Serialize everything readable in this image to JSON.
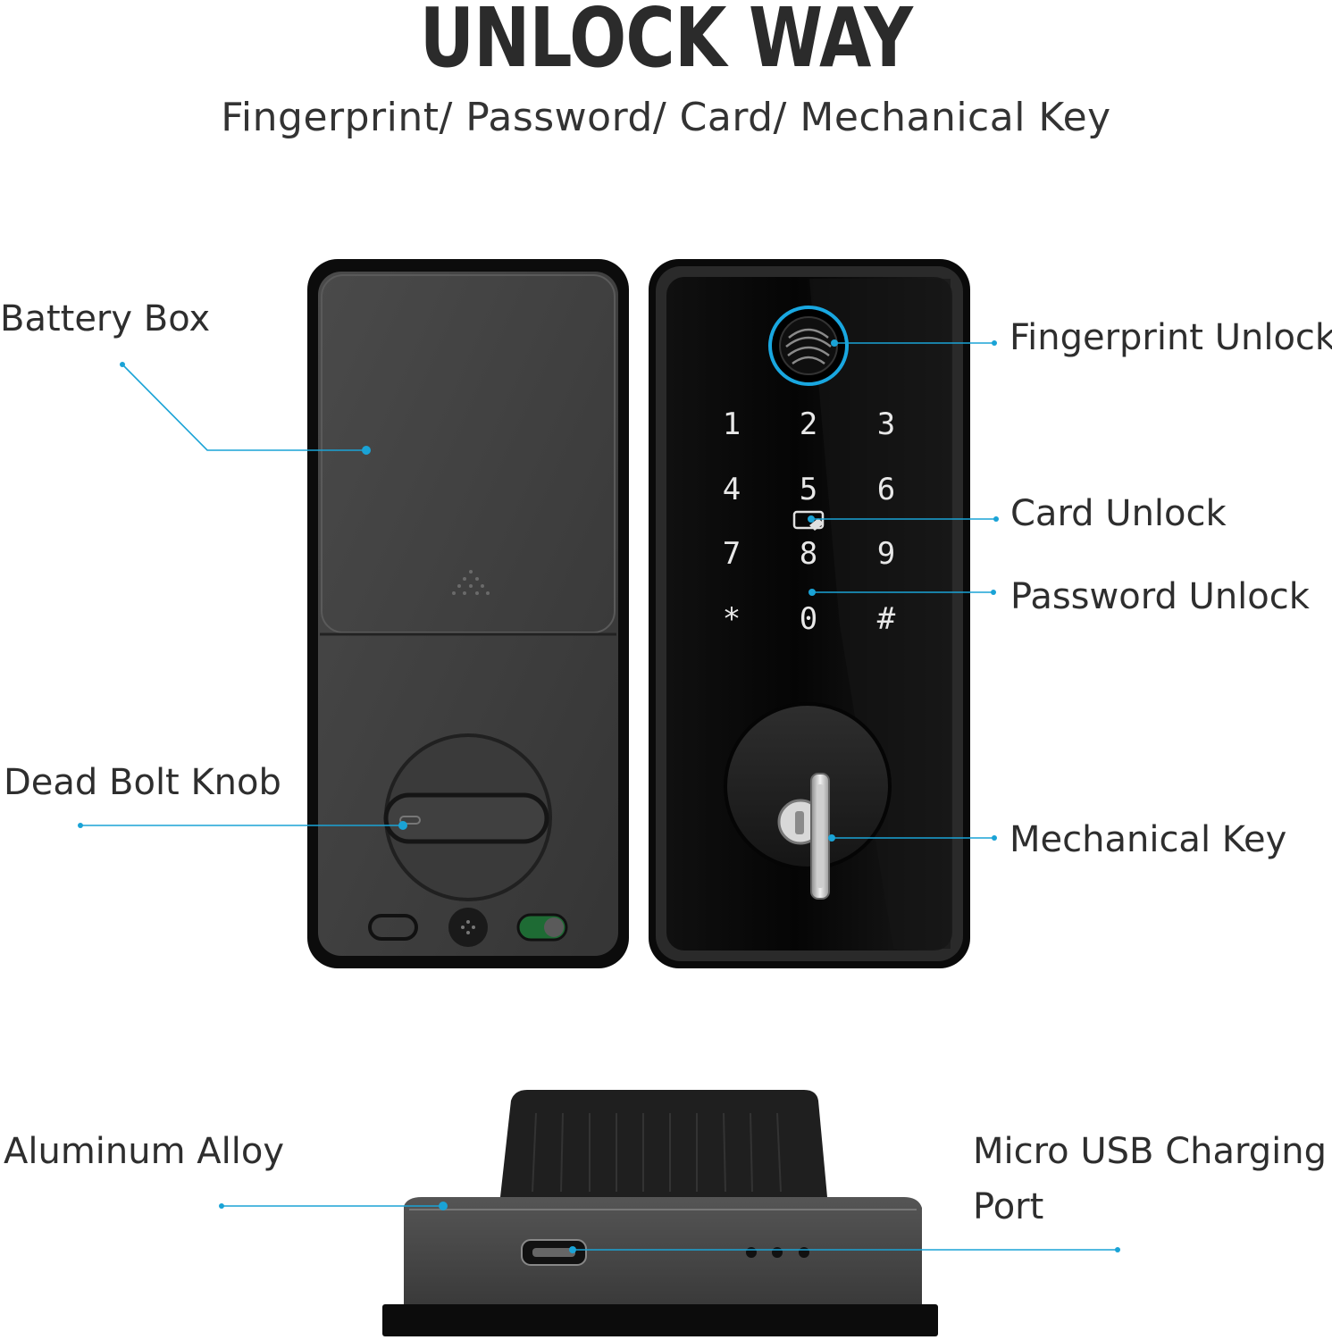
{
  "header": {
    "title": "UNLOCK WAY",
    "subtitle": "Fingerprint/ Password/  Card/  Mechanical Key"
  },
  "callouts": {
    "battery_box": "Battery Box",
    "dead_bolt_knob": "Dead Bolt Knob",
    "fingerprint_unlock": "Fingerprint Unlock",
    "card_unlock": "Card Unlock",
    "password_unlock": "Password Unlock",
    "mechanical_key": "Mechanical Key",
    "aluminum_alloy": "Aluminum Alloy",
    "micro_usb_line1": "Micro USB Charging",
    "micro_usb_line2": "Port"
  },
  "keypad": {
    "keys": [
      "1",
      "2",
      "3",
      "4",
      "5",
      "6",
      "7",
      "8",
      "9",
      "*",
      "0",
      "#"
    ]
  },
  "colors": {
    "accent": "#1aa3d6",
    "body_dark": "#3d3d3d",
    "panel_black": "#050505",
    "switch_green": "#1e6b34"
  },
  "icons": {
    "fingerprint": "fingerprint-icon",
    "card_reader": "card-reader-icon",
    "keyhole": "keyhole-icon",
    "micro_usb_port": "micro-usb-port-icon"
  }
}
